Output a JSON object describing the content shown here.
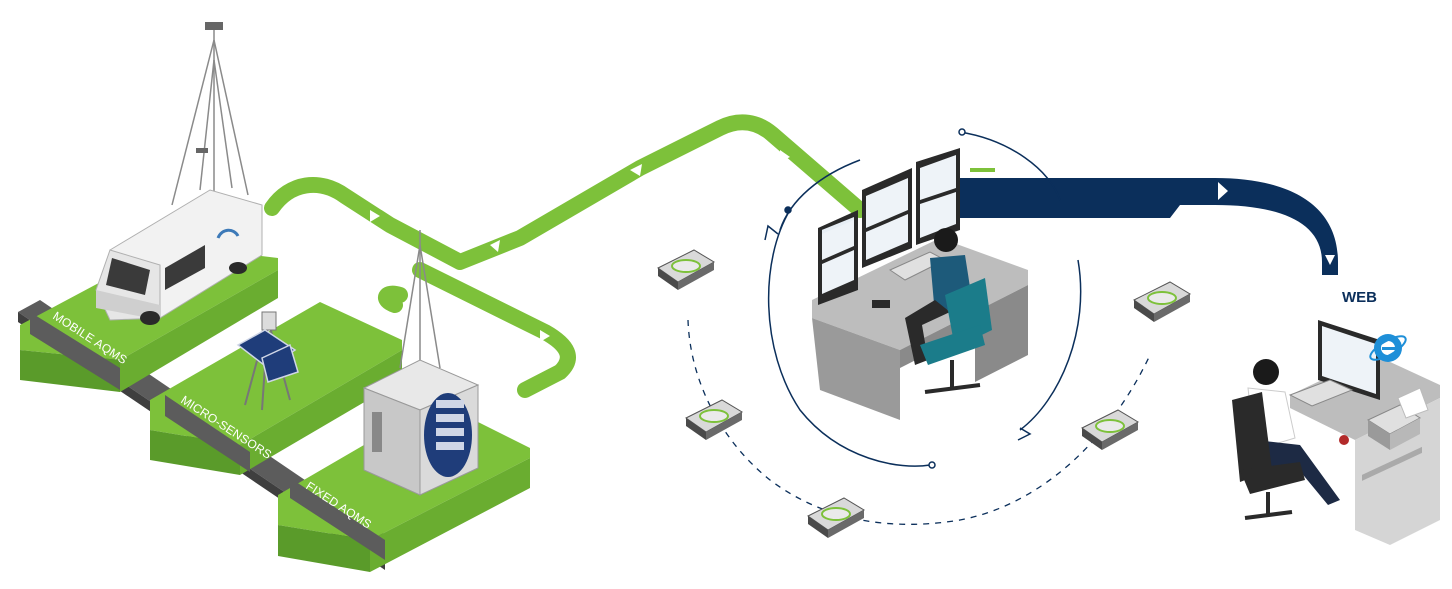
{
  "labels": {
    "mobile": "MOBILE AQMS",
    "micro": "MICRO-SENSORS",
    "fixed": "FIXED AQMS",
    "web": "WEB"
  },
  "colors": {
    "green": "#7dc13a",
    "green_dark": "#5a9b2a",
    "navy": "#0b2f5b",
    "strip": "#5c5c5c",
    "grey_desk": "#9a9a9a"
  },
  "icons": [
    "van-icon",
    "weather-mast-icon",
    "solar-sensor-icon",
    "shelter-cabinet-icon",
    "control-room-operator-icon",
    "hard-drive-icon",
    "web-user-workstation-icon",
    "browser-icon",
    "printer-icon"
  ]
}
